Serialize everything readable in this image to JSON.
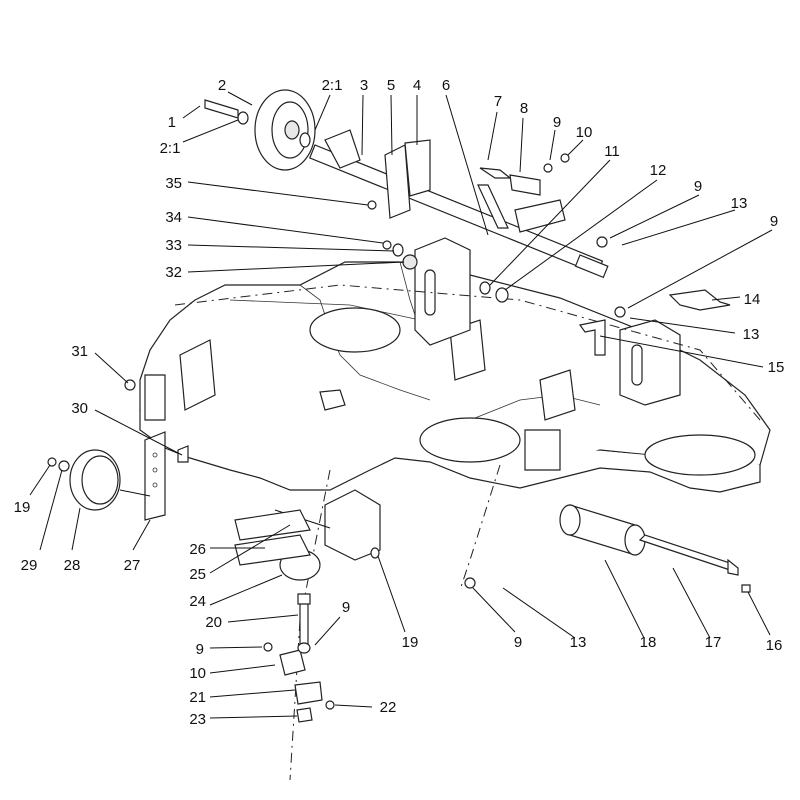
{
  "labels": [
    "1",
    "2",
    "2:1",
    "2:1",
    "3",
    "5",
    "4",
    "6",
    "7",
    "8",
    "9",
    "10",
    "11",
    "12",
    "9",
    "13",
    "9",
    "14",
    "13",
    "15",
    "35",
    "34",
    "33",
    "32",
    "31",
    "30",
    "19",
    "29",
    "28",
    "27",
    "26",
    "25",
    "24",
    "20",
    "9",
    "9",
    "10",
    "21",
    "22",
    "23",
    "19",
    "9",
    "13",
    "18",
    "17",
    "16"
  ]
}
